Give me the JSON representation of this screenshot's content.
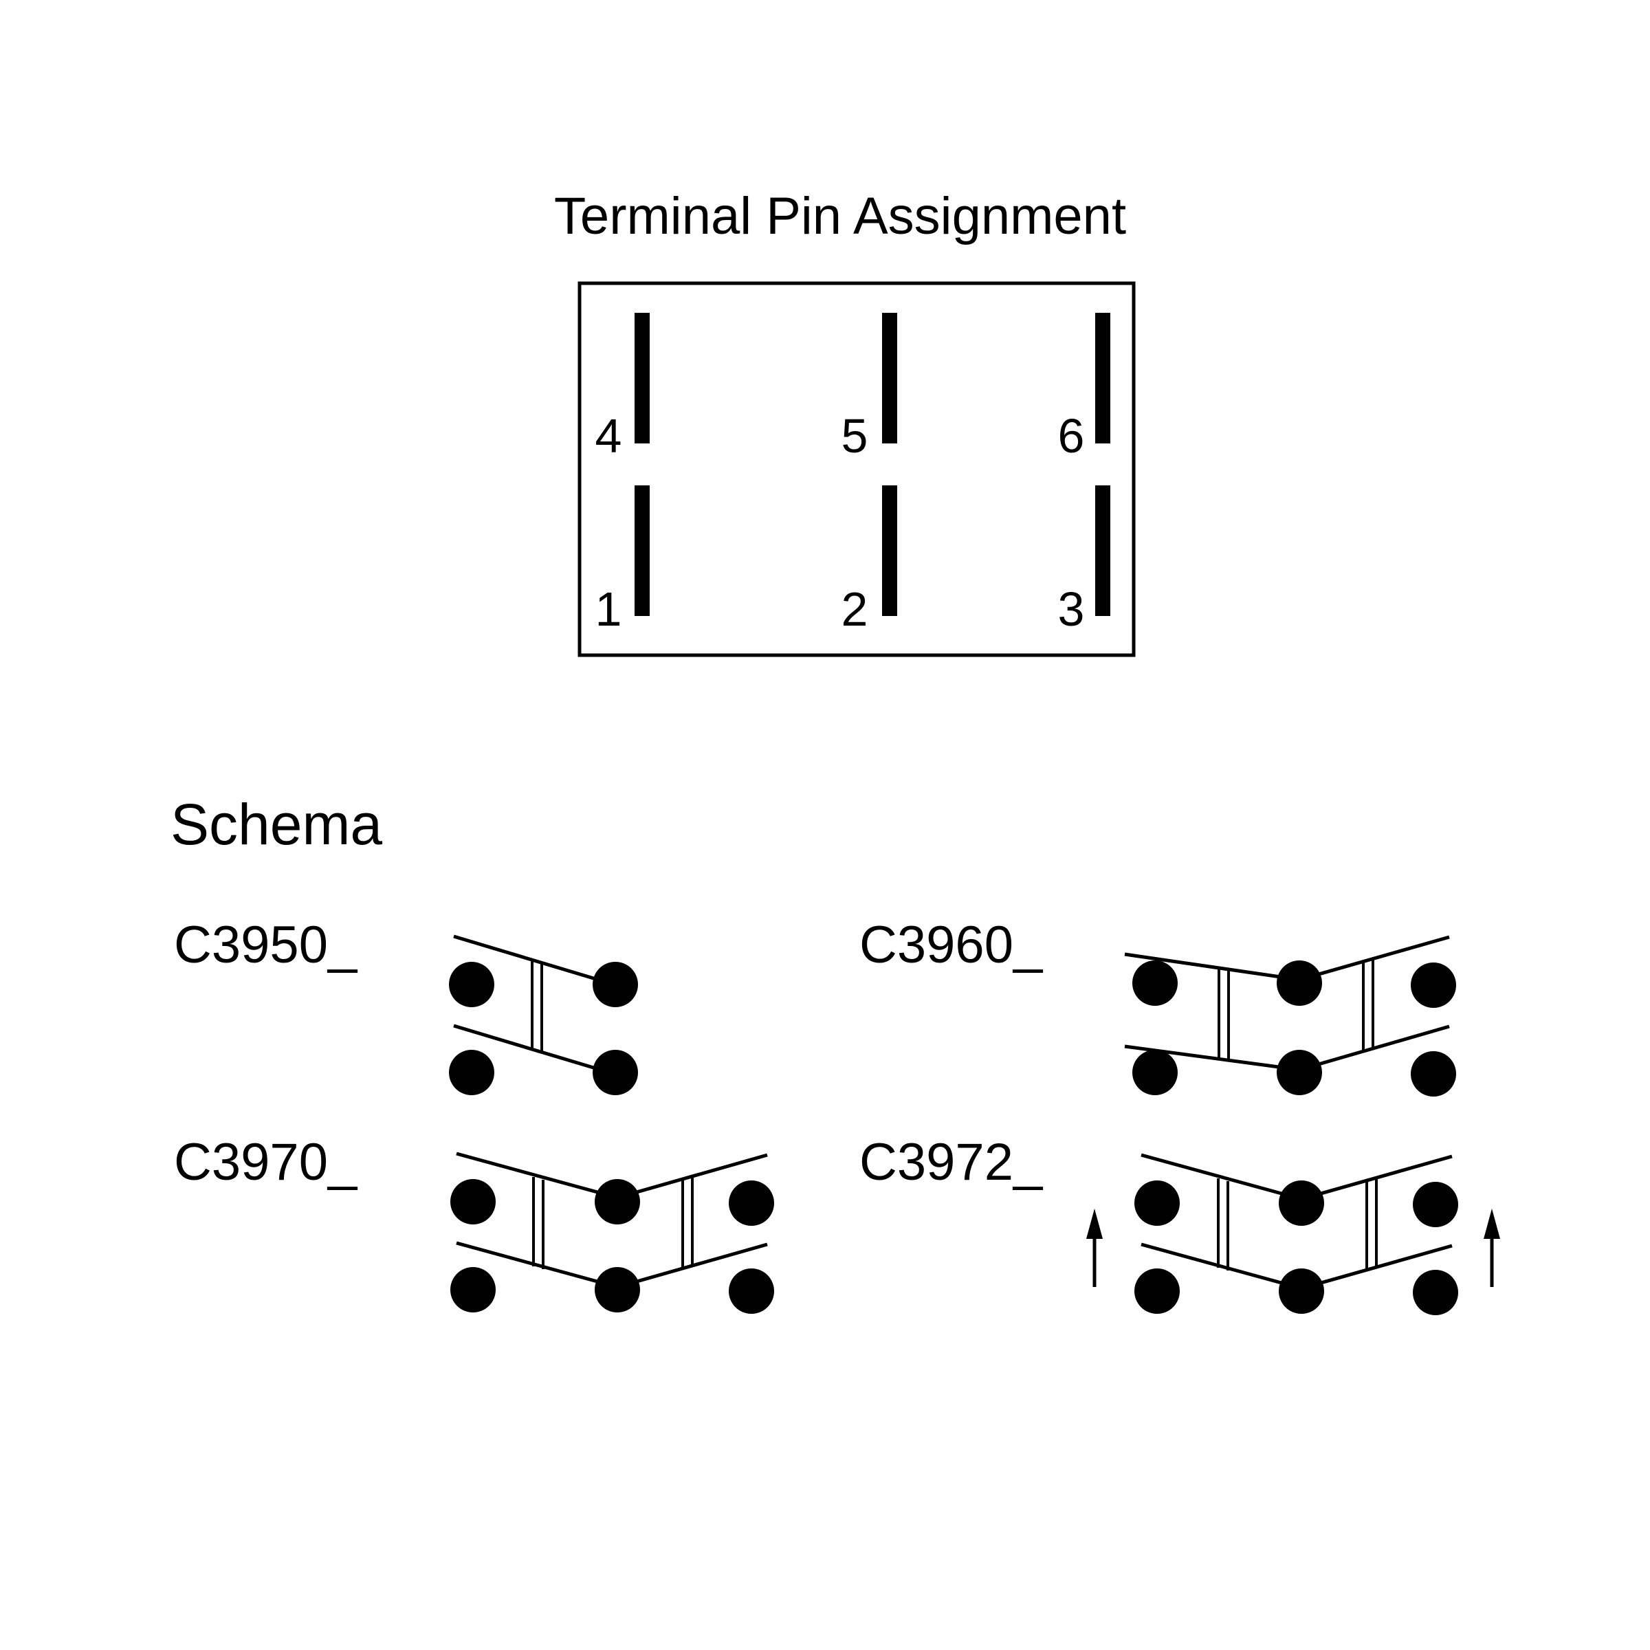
{
  "title": "Terminal Pin Assignment",
  "pins": [
    {
      "id": "pin-4",
      "label": "4"
    },
    {
      "id": "pin-5",
      "label": "5"
    },
    {
      "id": "pin-6",
      "label": "6"
    },
    {
      "id": "pin-1",
      "label": "1"
    },
    {
      "id": "pin-2",
      "label": "2"
    },
    {
      "id": "pin-3",
      "label": "3"
    }
  ],
  "schema": {
    "heading": "Schema",
    "variants": [
      {
        "id": "c3950",
        "label": "C3950_",
        "terminal_columns": 2,
        "switch_sections": 1,
        "actuation_arrows": false
      },
      {
        "id": "c3960",
        "label": "C3960_",
        "terminal_columns": 3,
        "switch_sections": 2,
        "actuation_arrows": false
      },
      {
        "id": "c3970",
        "label": "C3970_",
        "terminal_columns": 3,
        "switch_sections": 2,
        "actuation_arrows": false
      },
      {
        "id": "c3972",
        "label": "C3972_",
        "terminal_columns": 3,
        "switch_sections": 2,
        "actuation_arrows": true
      }
    ]
  },
  "colors": {
    "ink": "#000000",
    "background": "#ffffff"
  }
}
